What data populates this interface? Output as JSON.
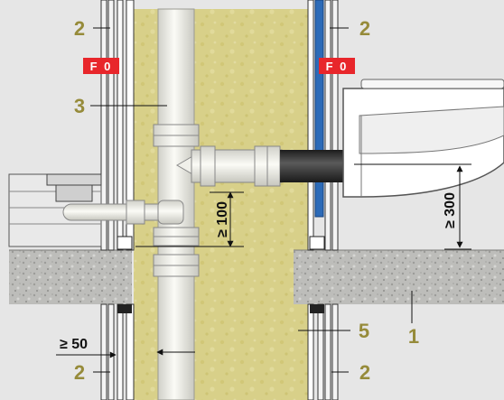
{
  "callouts": {
    "c1": "1",
    "c2_tl": "2",
    "c2_tr": "2",
    "c2_bl": "2",
    "c2_br": "2",
    "c3": "3",
    "c5": "5"
  },
  "badges": {
    "left": "F 0",
    "right": "F 0"
  },
  "dimensions": {
    "min_wall": "≥ 50",
    "branch_offset": "≥ 100",
    "height_min": "≥ 300"
  },
  "colors": {
    "background": "#e6e6e6",
    "insulation": "#d9d28a",
    "callout": "#968b3a",
    "badge": "#e8262b",
    "blue_profile": "#2c6bb8",
    "black_pipe": "#2e2e2e",
    "concrete": "#b9b9b6"
  }
}
